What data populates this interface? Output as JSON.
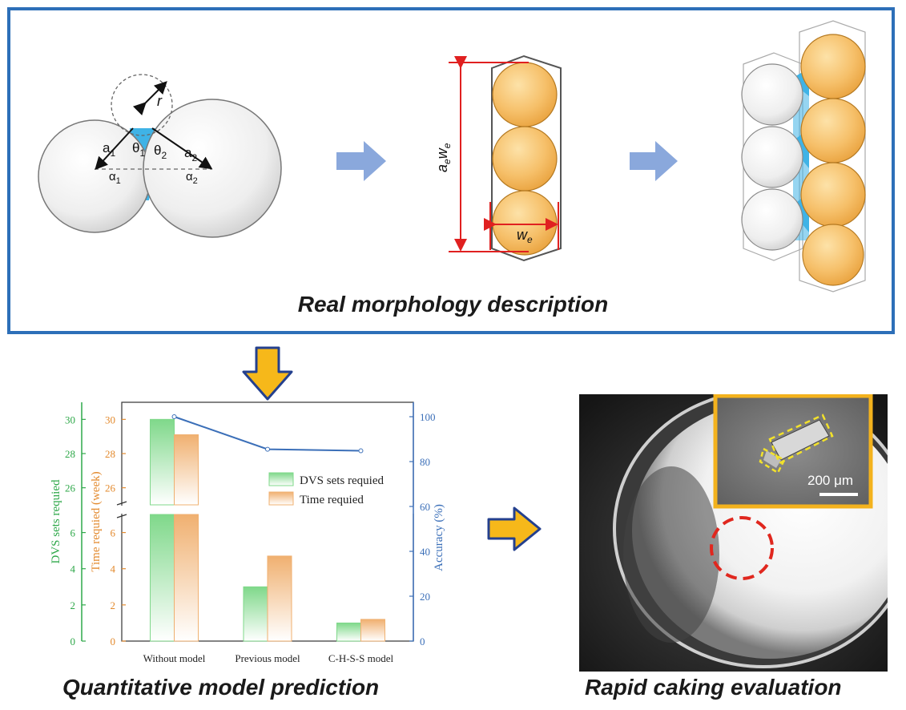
{
  "top_panel": {
    "caption": "Real morphology description",
    "contact_labels": {
      "radius": "r",
      "a1_base": "a",
      "a1_sub": "1",
      "a2_base": "a",
      "a2_sub": "2",
      "theta1_base": "θ",
      "theta1_sub": "1",
      "theta2_base": "θ",
      "theta2_sub": "2",
      "alpha1_base": "α",
      "alpha1_sub": "1",
      "alpha2_base": "α",
      "alpha2_sub": "2"
    },
    "crystal_labels": {
      "length_a": "a",
      "length_sub": "e",
      "length_w": "w",
      "length_sub2": "e",
      "width_w": "w",
      "width_sub": "e"
    },
    "colors": {
      "frame": "#2d6fb8",
      "arrow": "#8aa8dc",
      "particle": "#f6bd5c",
      "bridge": "#3fb3e6"
    }
  },
  "chart_panel": {
    "caption": "Quantitative model prediction",
    "chart_data": {
      "type": "bar",
      "categories": [
        "Without model",
        "Previous model",
        "C-H-S-S model"
      ],
      "series": [
        {
          "name": "DVS sets requied",
          "values": [
            30,
            3,
            1
          ],
          "color": "#7fd88a"
        },
        {
          "name": "Time requied",
          "values": [
            29.1,
            4.7,
            1.2
          ],
          "color": "#f0b070"
        }
      ],
      "line_series": {
        "values": [
          100,
          85.5,
          84.8
        ],
        "color": "#3b6fb8"
      },
      "axes": {
        "left1": {
          "label": "DVS sets requied",
          "ticks_low": [
            "0",
            "2",
            "4",
            "6"
          ],
          "ticks_high": [
            "26",
            "28",
            "30"
          ],
          "color": "#2fa84a"
        },
        "left2": {
          "label": "Time requied (week)",
          "ticks_low": [
            "0",
            "2",
            "4",
            "6"
          ],
          "ticks_high": [
            "26",
            "28",
            "30"
          ],
          "color": "#e38a2e"
        },
        "right": {
          "label": "Accuracy (%)",
          "ticks": [
            "0",
            "20",
            "40",
            "60",
            "80",
            "100"
          ],
          "color": "#3b6fb8"
        }
      },
      "ylim_low": [
        0,
        7
      ],
      "ylim_high": [
        25,
        31
      ],
      "right_ylim": [
        0,
        100
      ],
      "legend": "center-right"
    }
  },
  "photo_panel": {
    "caption": "Rapid caking evaluation",
    "scale_bar": "200 μm"
  }
}
